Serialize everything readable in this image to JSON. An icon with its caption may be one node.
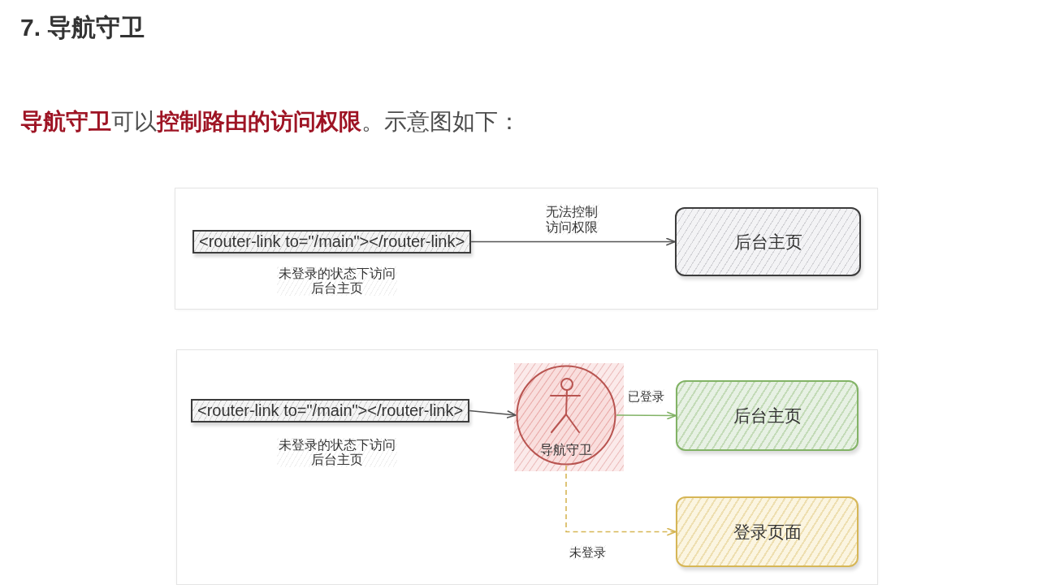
{
  "diagram": {
    "title": "7. 导航守卫",
    "caption": "**导航守卫**可以**控制路由的访问权限**。示意图如下：",
    "nodes": [
      {
        "text": [],
        "shape": "box"
      },
      {
        "text": [
          "<router-link to=\"/main\"></router-link>"
        ],
        "in": 0,
        "beside": [
          "未登录的状态下访问后台主页"
        ]
      },
      {
        "text": [
          "后台主页"
        ],
        "in": 0
      },
      {
        "text": [],
        "shape": "box"
      },
      {
        "text": [
          "<router-link to=\"/main\"></router-link>"
        ],
        "in": 3,
        "beside": [
          "未登录的状态下访问后台主页"
        ]
      },
      {
        "text": [
          "导航守卫"
        ],
        "in": 3
      },
      {
        "text": [
          "后台主页"
        ],
        "in": 3
      },
      {
        "text": [
          "登录页面"
        ],
        "in": 3
      }
    ],
    "edges": [
      {
        "from": 1,
        "to": 2,
        "arrow": "to",
        "label": "无法控制访问权限"
      },
      {
        "from": 4,
        "to": 5,
        "arrow": "to"
      },
      {
        "from": 5,
        "to": 6,
        "arrow": "to",
        "label": "已登录",
        "color": "#82b366"
      },
      {
        "from": 5,
        "to": 7,
        "arrow": "to",
        "label": "未登录",
        "style": "dashed",
        "color": "#d6b656"
      }
    ]
  }
}
